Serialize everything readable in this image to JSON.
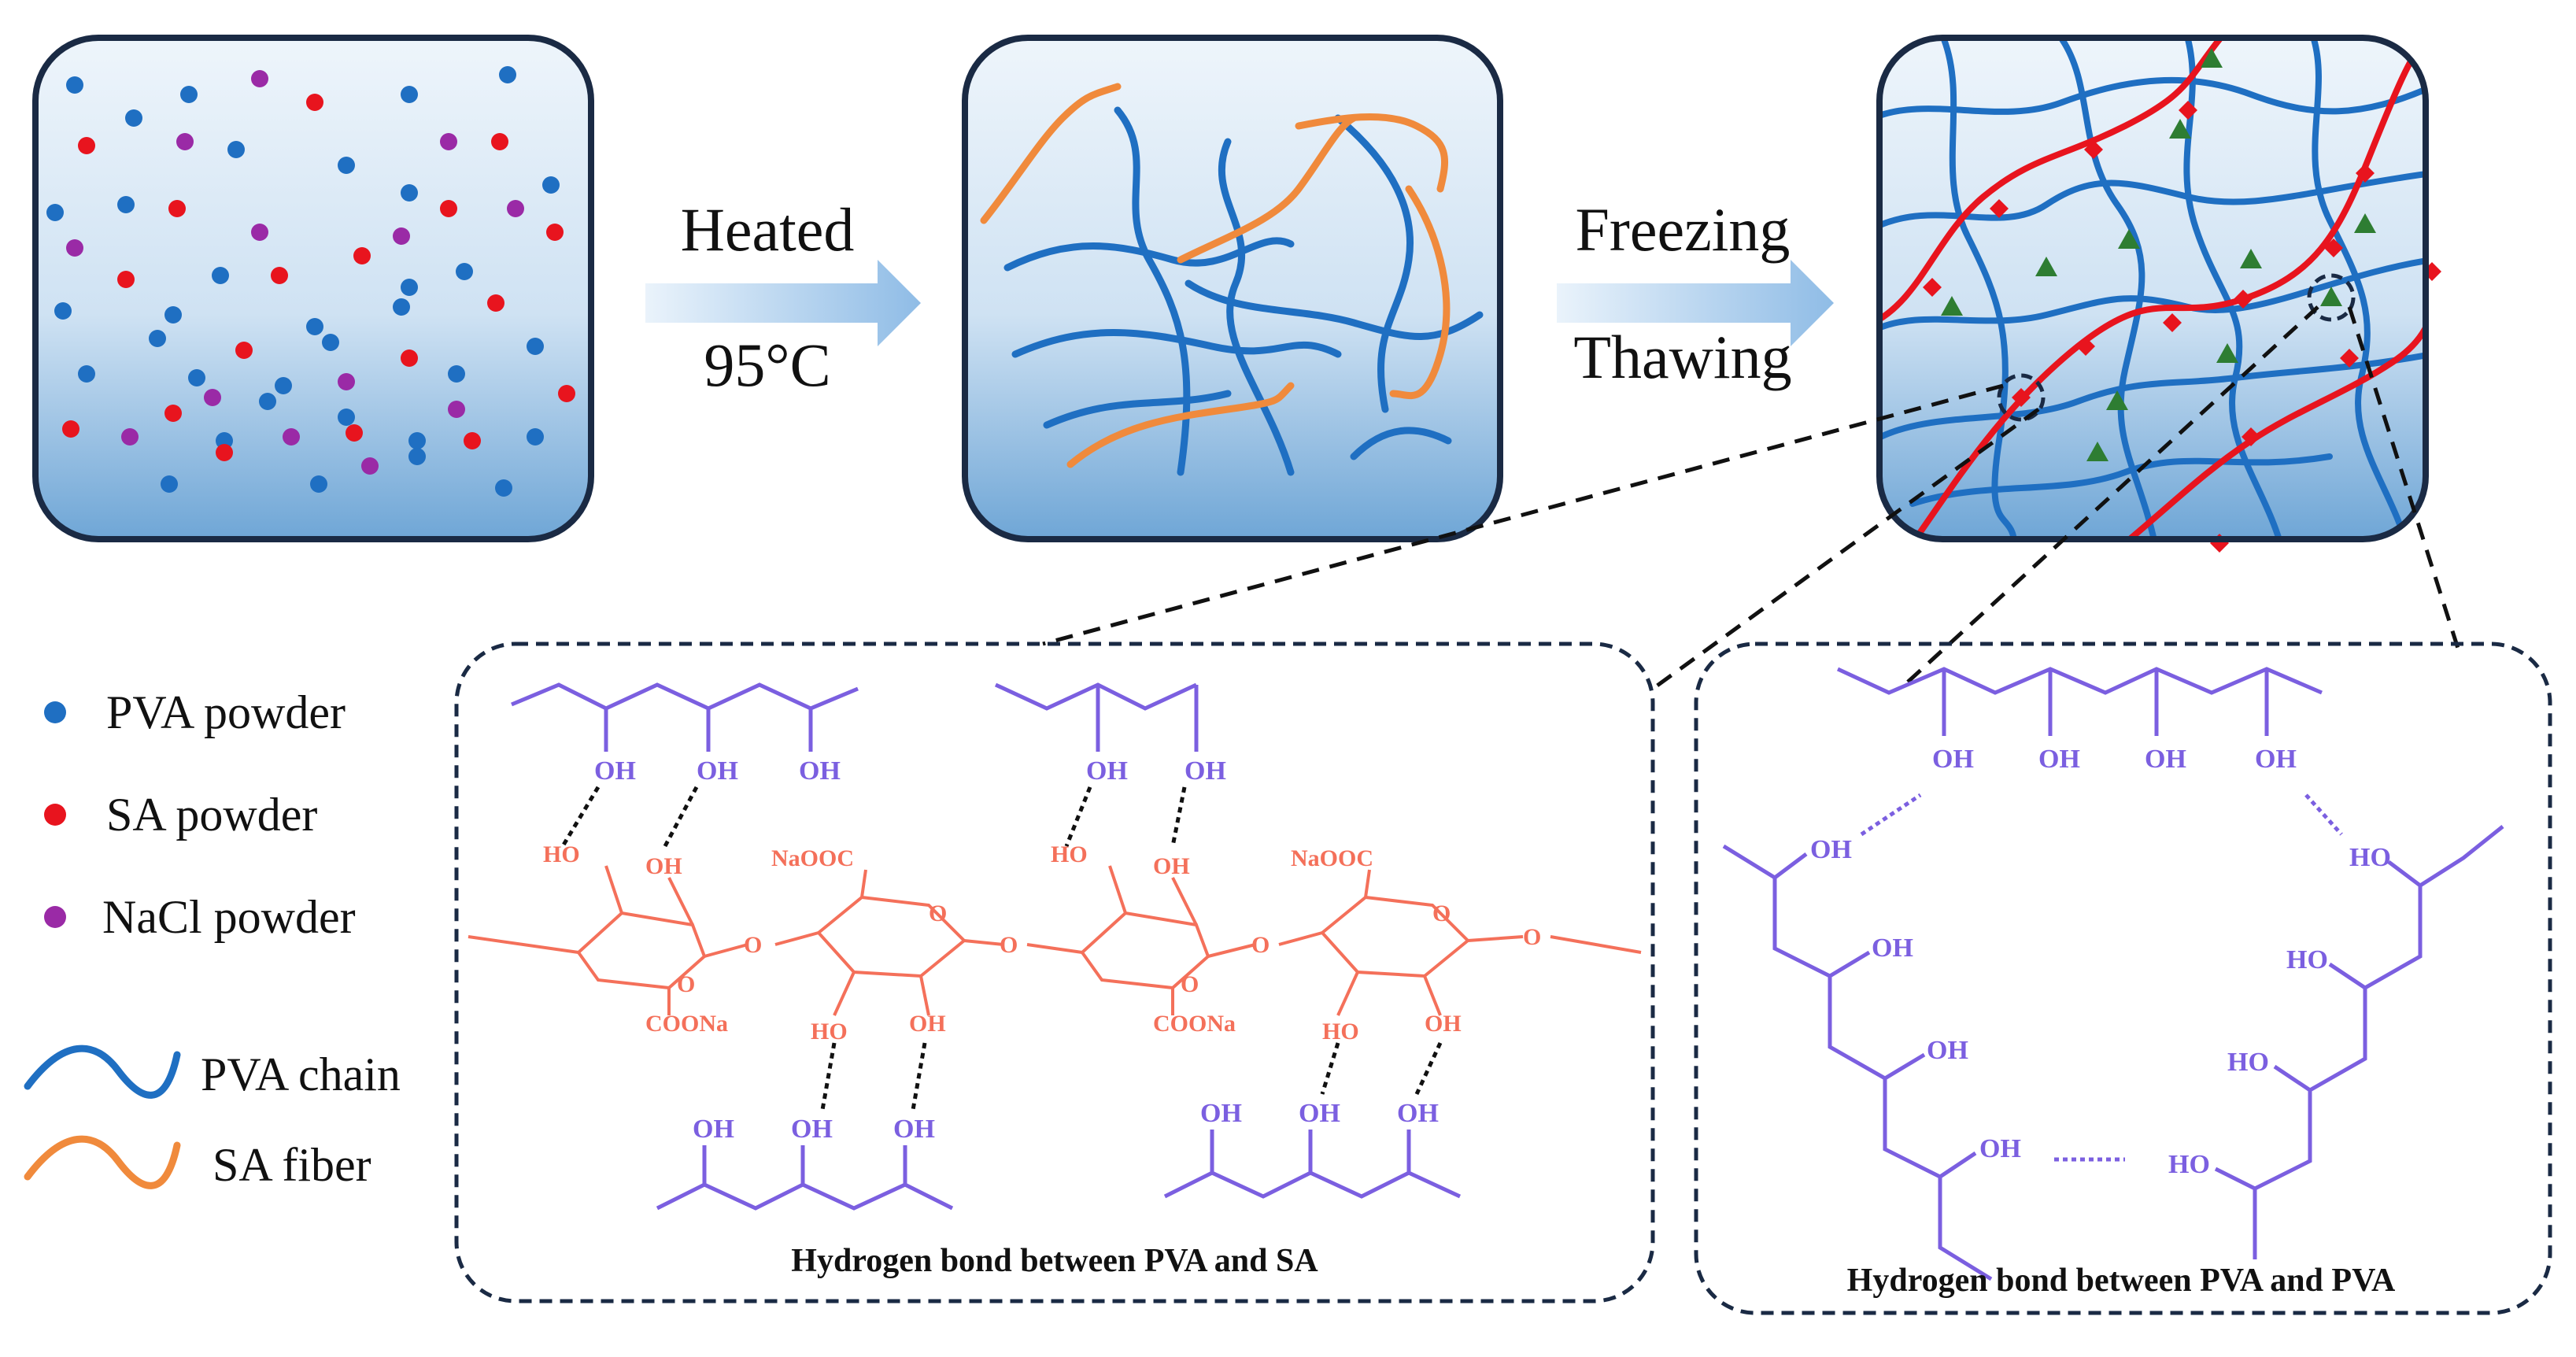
{
  "steps": {
    "step1": {
      "label_top": "Heated",
      "label_bottom": "95°C"
    },
    "step2": {
      "label_top": "Freezing",
      "label_bottom": "Thawing"
    }
  },
  "legend": {
    "pva_powder": "PVA powder",
    "sa_powder": "SA powder",
    "nacl_powder": "NaCl powder",
    "pva_chain": "PVA chain",
    "sa_fiber": "SA fiber"
  },
  "panels": {
    "pva_sa_caption": "Hydrogen bond between PVA and SA",
    "pva_pva_caption": "Hydrogen bond between PVA and PVA"
  },
  "chem": {
    "oh": "OH",
    "ho": "HO",
    "o": "O",
    "naooc": "NaOOC",
    "coona": "COONa"
  },
  "colors": {
    "pva_blue": "#1f6fc2",
    "sa_red": "#e8141e",
    "nacl_purple": "#9a2aa6",
    "sa_fiber_orange": "#f08a3c",
    "crosslink_green": "#2e7d32",
    "chem_purple": "#7b5fe0",
    "chem_orange": "#f4705a",
    "box_border": "#1a2a44"
  }
}
